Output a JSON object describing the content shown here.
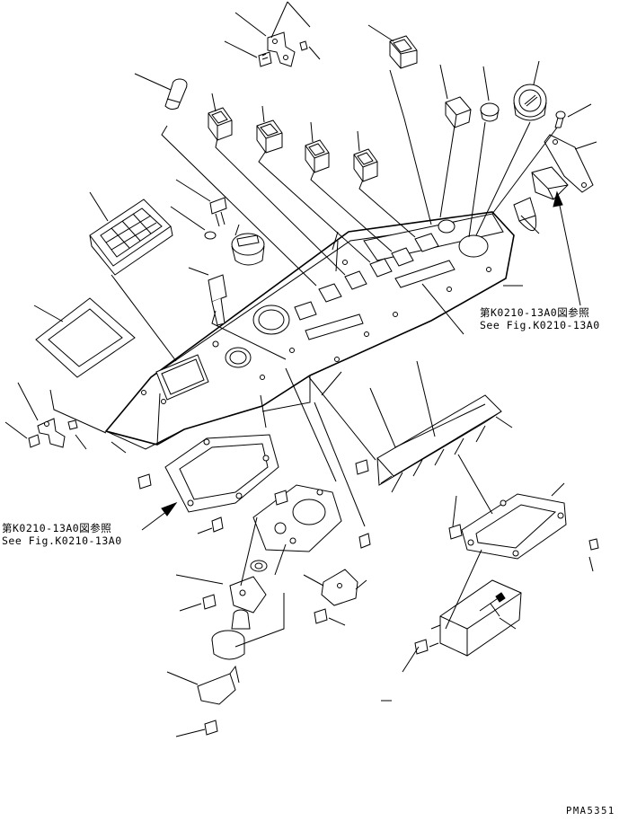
{
  "references": [
    {
      "jp": "第K0210-13A0図参照",
      "en": "See Fig.K0210-13A0"
    },
    {
      "jp": "第K0210-13A0図参照",
      "en": "See Fig.K0210-13A0"
    }
  ],
  "sheet_code": "PMA5351"
}
